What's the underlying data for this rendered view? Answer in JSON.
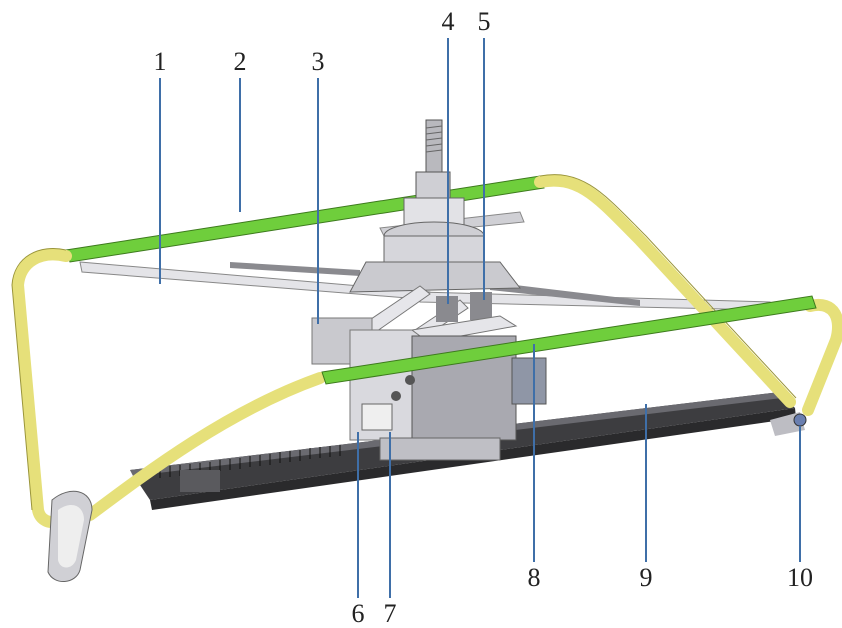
{
  "diagram": {
    "callouts": [
      {
        "id": "1",
        "label": "1"
      },
      {
        "id": "2",
        "label": "2"
      },
      {
        "id": "3",
        "label": "3"
      },
      {
        "id": "4",
        "label": "4"
      },
      {
        "id": "5",
        "label": "5"
      },
      {
        "id": "6",
        "label": "6"
      },
      {
        "id": "7",
        "label": "7"
      },
      {
        "id": "8",
        "label": "8"
      },
      {
        "id": "9",
        "label": "9"
      },
      {
        "id": "10",
        "label": "10"
      }
    ],
    "colors": {
      "green_rod": "#6fce3c",
      "yellow_rod": "#e6e07a",
      "metal_light": "#d9d9de",
      "metal_mid": "#a9a9b0",
      "metal_dark": "#4a4a4e",
      "leader_line": "#3f6fa8"
    }
  }
}
